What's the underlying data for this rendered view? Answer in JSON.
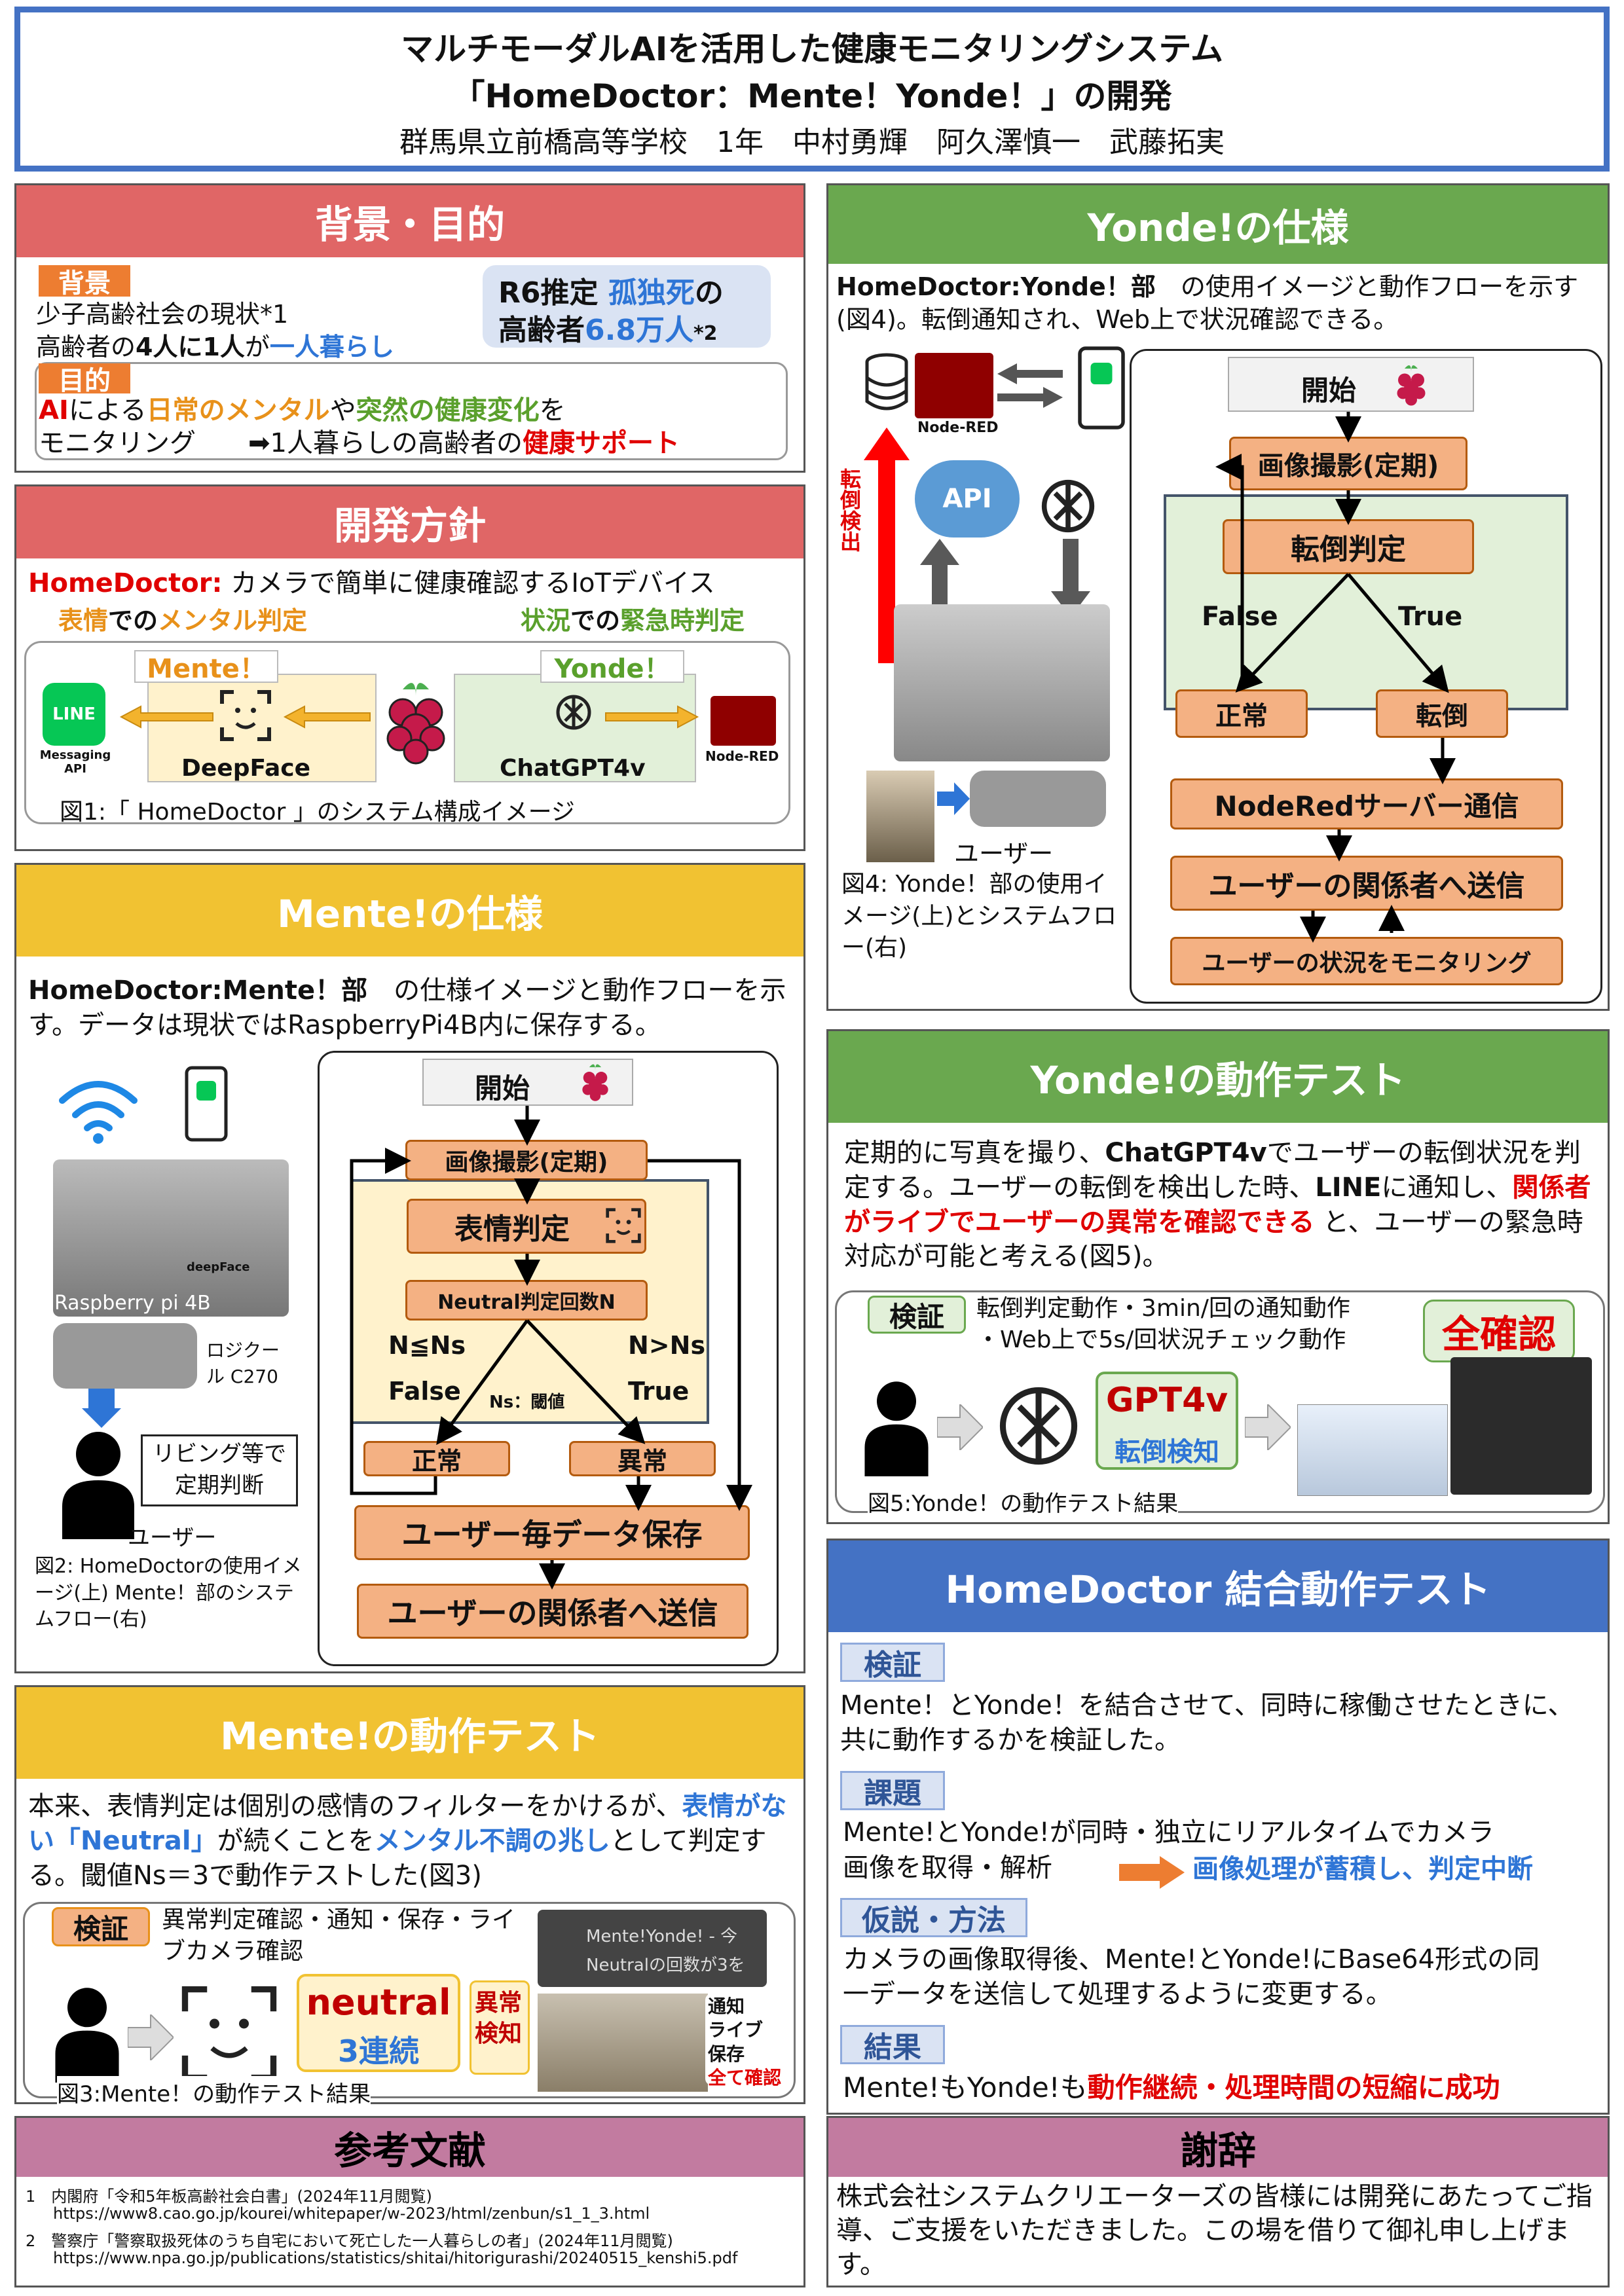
{
  "title": {
    "line1": "マルチモーダルAIを活用した健康モニタリングシステム",
    "line2": "「HomeDoctor：Mente！Yonde！」の開発",
    "authors": "群馬県立前橋高等学校　1年　中村勇輝　阿久澤慎一　武藤拓実"
  },
  "bg": {
    "header": "背景・目的",
    "tag1": "背景",
    "l1": "少子高齢社会の現状*1",
    "l2a": "高齢者の",
    "l2b": "4人に1人",
    "l2c": "が",
    "l2d": "一人暮らし",
    "callout_a": "R6推定",
    "callout_b": "孤独死",
    "callout_c": "の",
    "callout_d": "高齢者",
    "callout_e": "6.8万人",
    "callout_f": "*2",
    "tag2": "目的",
    "p1a": "AI",
    "p1b": "による",
    "p1c": "日常のメンタル",
    "p1d": "や",
    "p1e": "突然の健康変化",
    "p1f": "を",
    "p2a": "モニタリング",
    "p2b": "➡1人暮らしの高齢者の",
    "p2c": "健康サポート"
  },
  "policy": {
    "header": "開発方針",
    "l1a": "HomeDoctor:",
    "l1b": "カメラで簡単に健康確認するIoTデバイス",
    "left_a": "表情",
    "left_b": "での",
    "left_c": "メンタル判定",
    "right_a": "状況",
    "right_b": "での",
    "right_c": "緊急時判定",
    "mente": "Mente！",
    "yonde": "Yonde！",
    "line": "LINE",
    "msg": "Messaging API",
    "deepface": "DeepFace",
    "chatgpt": "ChatGPT4v",
    "nodered": "Node-RED",
    "caption": "図1:「 HomeDoctor 」のシステム構成イメージ"
  },
  "mente_spec": {
    "header": "Mente!の仕様",
    "p_a": "HomeDoctor:Mente！部",
    "p_b": "の仕様イメージと動作フローを示す。データは現状ではRaspberryPi4B内に保存する。",
    "rpi": "Raspberry pi 4B",
    "deepface": "deepFace",
    "logi": "ロジクール C270",
    "bubble": "リビング等で定期判断",
    "user": "ユーザー",
    "caption": "図2: HomeDoctorの使用イメージ(上) Mente！部のシステムフロー(右)",
    "start": "開始",
    "capture": "画像撮影(定期)",
    "expr": "表情判定",
    "neutral": "Neutral判定回数N",
    "le": "N≦Ns",
    "gt": "N>Ns",
    "false": "False",
    "true": "True",
    "ns": "Ns：閾値",
    "normal": "正常",
    "abnormal": "異常",
    "save": "ユーザー毎データ保存",
    "send": "ユーザーの関係者へ送信"
  },
  "mente_test": {
    "header": "Mente!の動作テスト",
    "p_a": "本来、表情判定は個別の感情のフィルターをかけるが、",
    "p_b": "表情がない「Neutral」",
    "p_c": "が続くことを",
    "p_d": "メンタル不調の兆し",
    "p_e": "として判定する。閾値Ns＝3で動作テストした(図3)",
    "verify": "検証",
    "vtext": "異常判定確認・通知・保存・ライブカメラ確認",
    "neutral": "neutral",
    "renzoku": "3連続",
    "detect": "異常検知",
    "screen1": "Mente!Yonde! - 今",
    "screen2": "Neutralの回数が3を",
    "notify": "通知",
    "live": "ライブ",
    "save": "保存",
    "allok": "全て確認",
    "caption": "図3:Mente！の動作テスト結果"
  },
  "refs": {
    "header": "参考文献",
    "r1": "1　内閣府「令和5年板高齢社会白書」(2024年11月閲覧)",
    "r1u": "https://www8.cao.go.jp/kourei/whitepaper/w-2023/html/zenbun/s1_1_3.html",
    "r2": "2　警察庁「警察取扱死体のうち自宅において死亡した一人暮らしの者」(2024年11月閲覧)",
    "r2u": "https://www.npa.go.jp/publications/statistics/shitai/hitorigurashi/20240515_kenshi5.pdf"
  },
  "yonde_spec": {
    "header": "Yonde!の仕様",
    "p_a": "HomeDoctor:Yonde！部",
    "p_b": "の使用イメージと動作フローを示す(図4)。転倒通知され、Web上で状況確認できる。",
    "vert": "転倒検出",
    "nodered": "Node-RED",
    "api": "API",
    "user": "ユーザー",
    "caption": "図4: Yonde！部の使用イメージ(上)とシステムフロー(右)",
    "start": "開始",
    "capture": "画像撮影(定期)",
    "judge": "転倒判定",
    "false": "False",
    "true": "True",
    "normal": "正常",
    "fall": "転倒",
    "server": "NodeRedサーバー通信",
    "send": "ユーザーの関係者へ送信",
    "monitor": "ユーザーの状況をモニタリング"
  },
  "yonde_test": {
    "header": "Yonde!の動作テスト",
    "p_a": "定期的に写真を撮り、",
    "p_b": "ChatGPT4v",
    "p_c": "でユーザーの転倒状況を判定する。ユーザーの転倒を検出した時、",
    "p_d": "LINE",
    "p_e": "に通知し、",
    "p_f": "関係者がライブでユーザーの異常を確認できる",
    "p_g": "と、ユーザーの緊急時対応が可能と考える(図5)。",
    "verify": "検証",
    "v1": "転倒判定動作・3min/回の通知動作",
    "v2": "・Web上で5s/回状況チェック動作",
    "allok": "全確認",
    "gpt": "GPT4v",
    "gptd": "転倒検知",
    "caption": "図5:Yonde！の動作テスト結果"
  },
  "combo": {
    "header": "HomeDoctor 結合動作テスト",
    "h1": "検証",
    "t1": "Mente！とYonde！を結合させて、同時に稼働させたときに、共に動作するかを検証した。",
    "h2": "課題",
    "t2a": "Mente!とYonde!が同時・独立にリアルタイムでカメラ",
    "t2b": "画像を取得・解析",
    "t2c": "画像処理が蓄積し、判定中断",
    "h3": "仮説・方法",
    "t3": "カメラの画像取得後、Mente!とYonde!にBase64形式の同一データを送信して処理するように変更する。",
    "h4": "結果",
    "t4a": "Mente!もYonde!も",
    "t4b": "動作継続・処理時間の短縮に成功"
  },
  "thanks": {
    "header": "謝辞",
    "text": "株式会社システムクリエーターズの皆様には開発にあたってご指導、ご支援をいただきました。この場を借りて御礼申し上げます。"
  }
}
